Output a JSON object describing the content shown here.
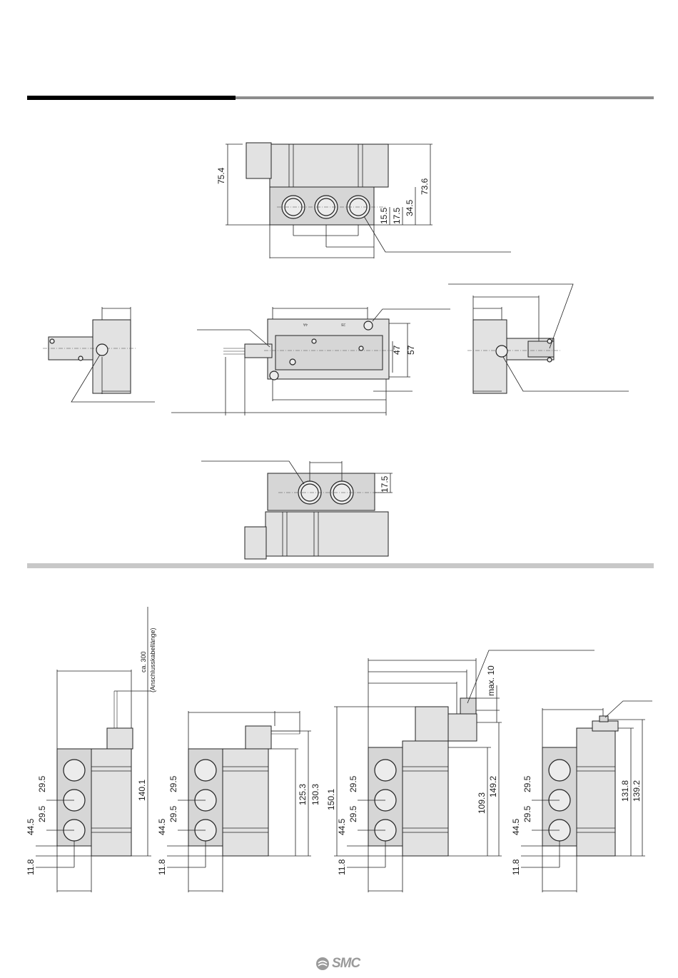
{
  "top_view_dims": {
    "d75_4": "75.4",
    "d73_6": "73.6",
    "d34_5": "34.5",
    "d17_5": "17.5",
    "d15_5": "15.5"
  },
  "middle_view_dims": {
    "d47": "47",
    "d57": "57"
  },
  "middle_view_port_labels": {
    "p4a": "4A",
    "p2b": "2B"
  },
  "bottom_view_dims": {
    "d17_5": "17.5"
  },
  "variant_a_dims": {
    "cable": "ca. 300",
    "cable_note": "(Anschlusskabellänge)",
    "d140_1": "140.1",
    "d29_5a": "29.5",
    "d29_5b": "29.5",
    "d44_5": "44.5",
    "d11_8": "11.8"
  },
  "variant_b_dims": {
    "d125_3": "125.3",
    "d130_3": "130.3",
    "d29_5a": "29.5",
    "d29_5b": "29.5",
    "d44_5": "44.5",
    "d11_8": "11.8"
  },
  "variant_c_dims": {
    "max10": "max. 10",
    "d150_1": "150.1",
    "d109_3": "109.3",
    "d149_2": "149.2",
    "d29_5a": "29.5",
    "d29_5b": "29.5",
    "d44_5": "44.5",
    "d11_8": "11.8"
  },
  "variant_d_dims": {
    "d131_8": "131.8",
    "d139_2": "139.2",
    "d29_5a": "29.5",
    "d29_5b": "29.5",
    "d44_5": "44.5",
    "d11_8": "11.8"
  },
  "logo": {
    "text": "SMC"
  },
  "colors": {
    "rule_dark": "#000000",
    "rule_gray": "#8c8c8c",
    "rule_light": "#c8c8c8",
    "part_fill": "#e2e2e2",
    "logo_gray": "#9a9a9a"
  }
}
